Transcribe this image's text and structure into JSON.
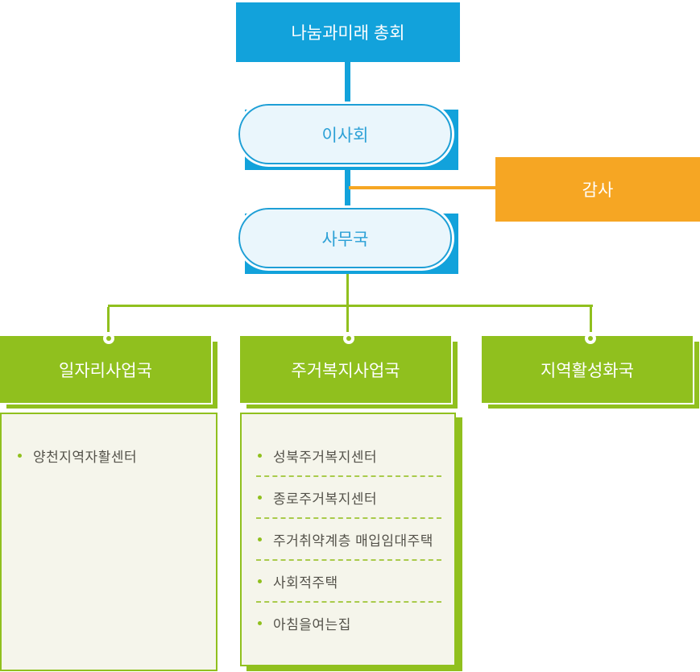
{
  "colors": {
    "blue": "#12a2db",
    "pill_fill": "#eaf6fc",
    "pill_text": "#2ba0d6",
    "orange": "#f6a623",
    "green": "#90c01e",
    "panel_background": "#f5f5eb",
    "panel_text": "#54524a",
    "separator": "#a9cb4b"
  },
  "chart": {
    "assembly": "나눔과미래 총회",
    "board": "이사회",
    "audit": "감사",
    "secretariat": "사무국",
    "departments": [
      {
        "name": "일자리사업국",
        "units": [
          "양천지역자활센터"
        ]
      },
      {
        "name": "주거복지사업국",
        "units": [
          "성북주거복지센터",
          "종로주거복지센터",
          "주거취약계층 매입임대주택",
          "사회적주택",
          "아침을여는집"
        ]
      },
      {
        "name": "지역활성화국",
        "units": []
      }
    ]
  }
}
